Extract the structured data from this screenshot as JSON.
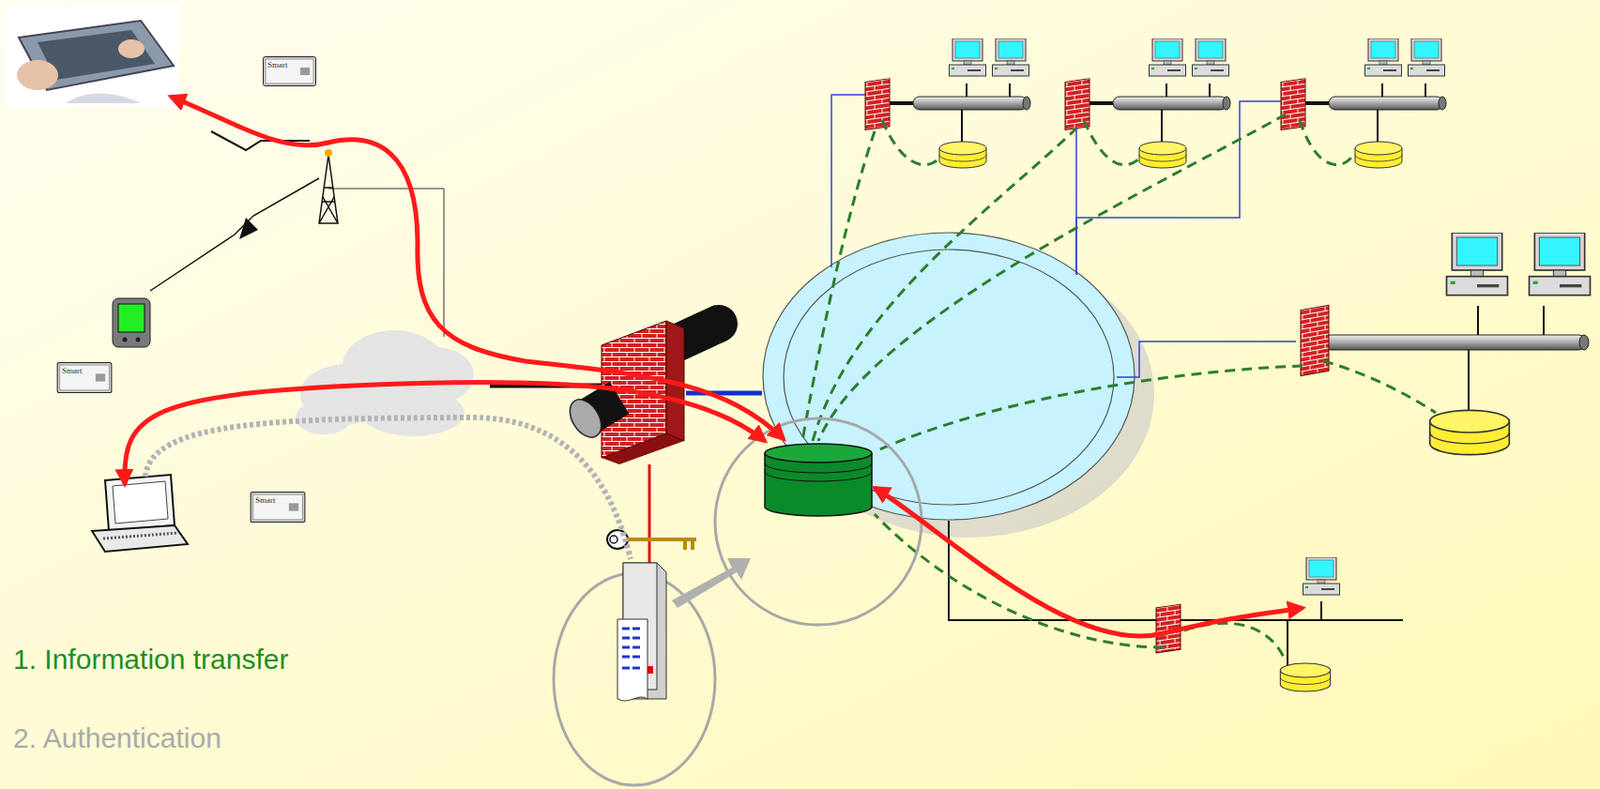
{
  "diagram": {
    "labels": [
      "1. Information transfer",
      "2. Authentication",
      "Smart",
      "Smart",
      "Smart"
    ]
  }
}
